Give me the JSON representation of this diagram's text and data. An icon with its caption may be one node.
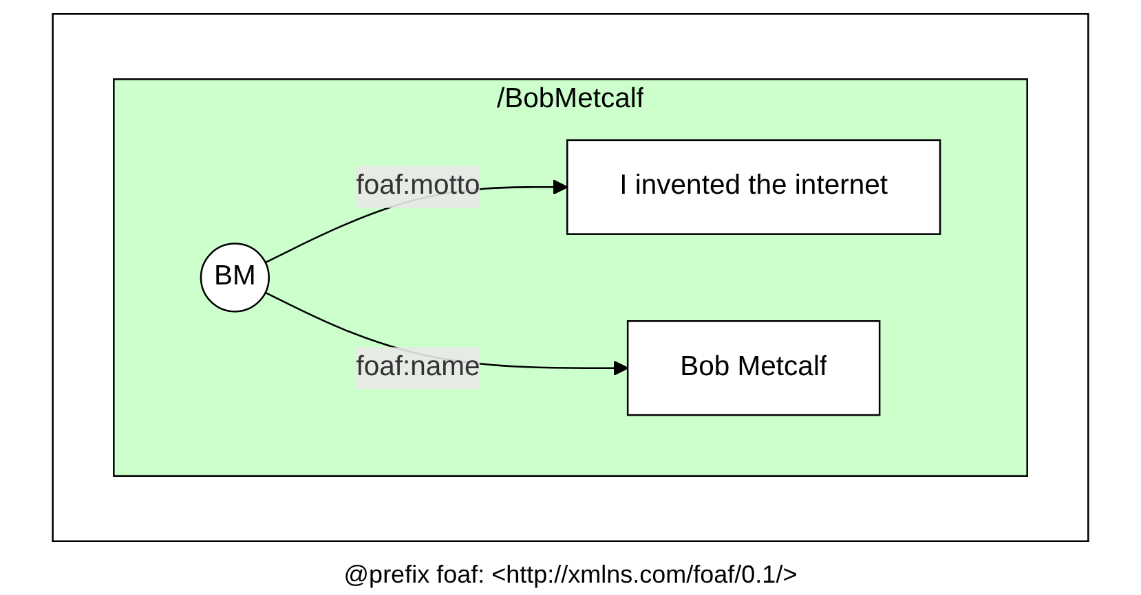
{
  "diagram": {
    "nodes": [
      {
        "text": [],
        "shape": "box"
      },
      {
        "text": [
          "/BobMetcalf"
        ],
        "in": 0
      },
      {
        "text": [
          "I invented the internet"
        ],
        "in": 1
      },
      {
        "text": [
          "Bob Metcalf"
        ],
        "in": 1
      },
      {
        "text": [
          "BM"
        ],
        "in": 1
      }
    ],
    "edges": [
      {
        "from": 4,
        "to": 2,
        "label": "foaf:motto",
        "arrow": "to"
      },
      {
        "from": 4,
        "to": 3,
        "label": "foaf:name",
        "arrow": "to"
      }
    ],
    "labels": [
      "@prefix foaf: <http://xmlns.com/foaf/0.1/>"
    ]
  }
}
